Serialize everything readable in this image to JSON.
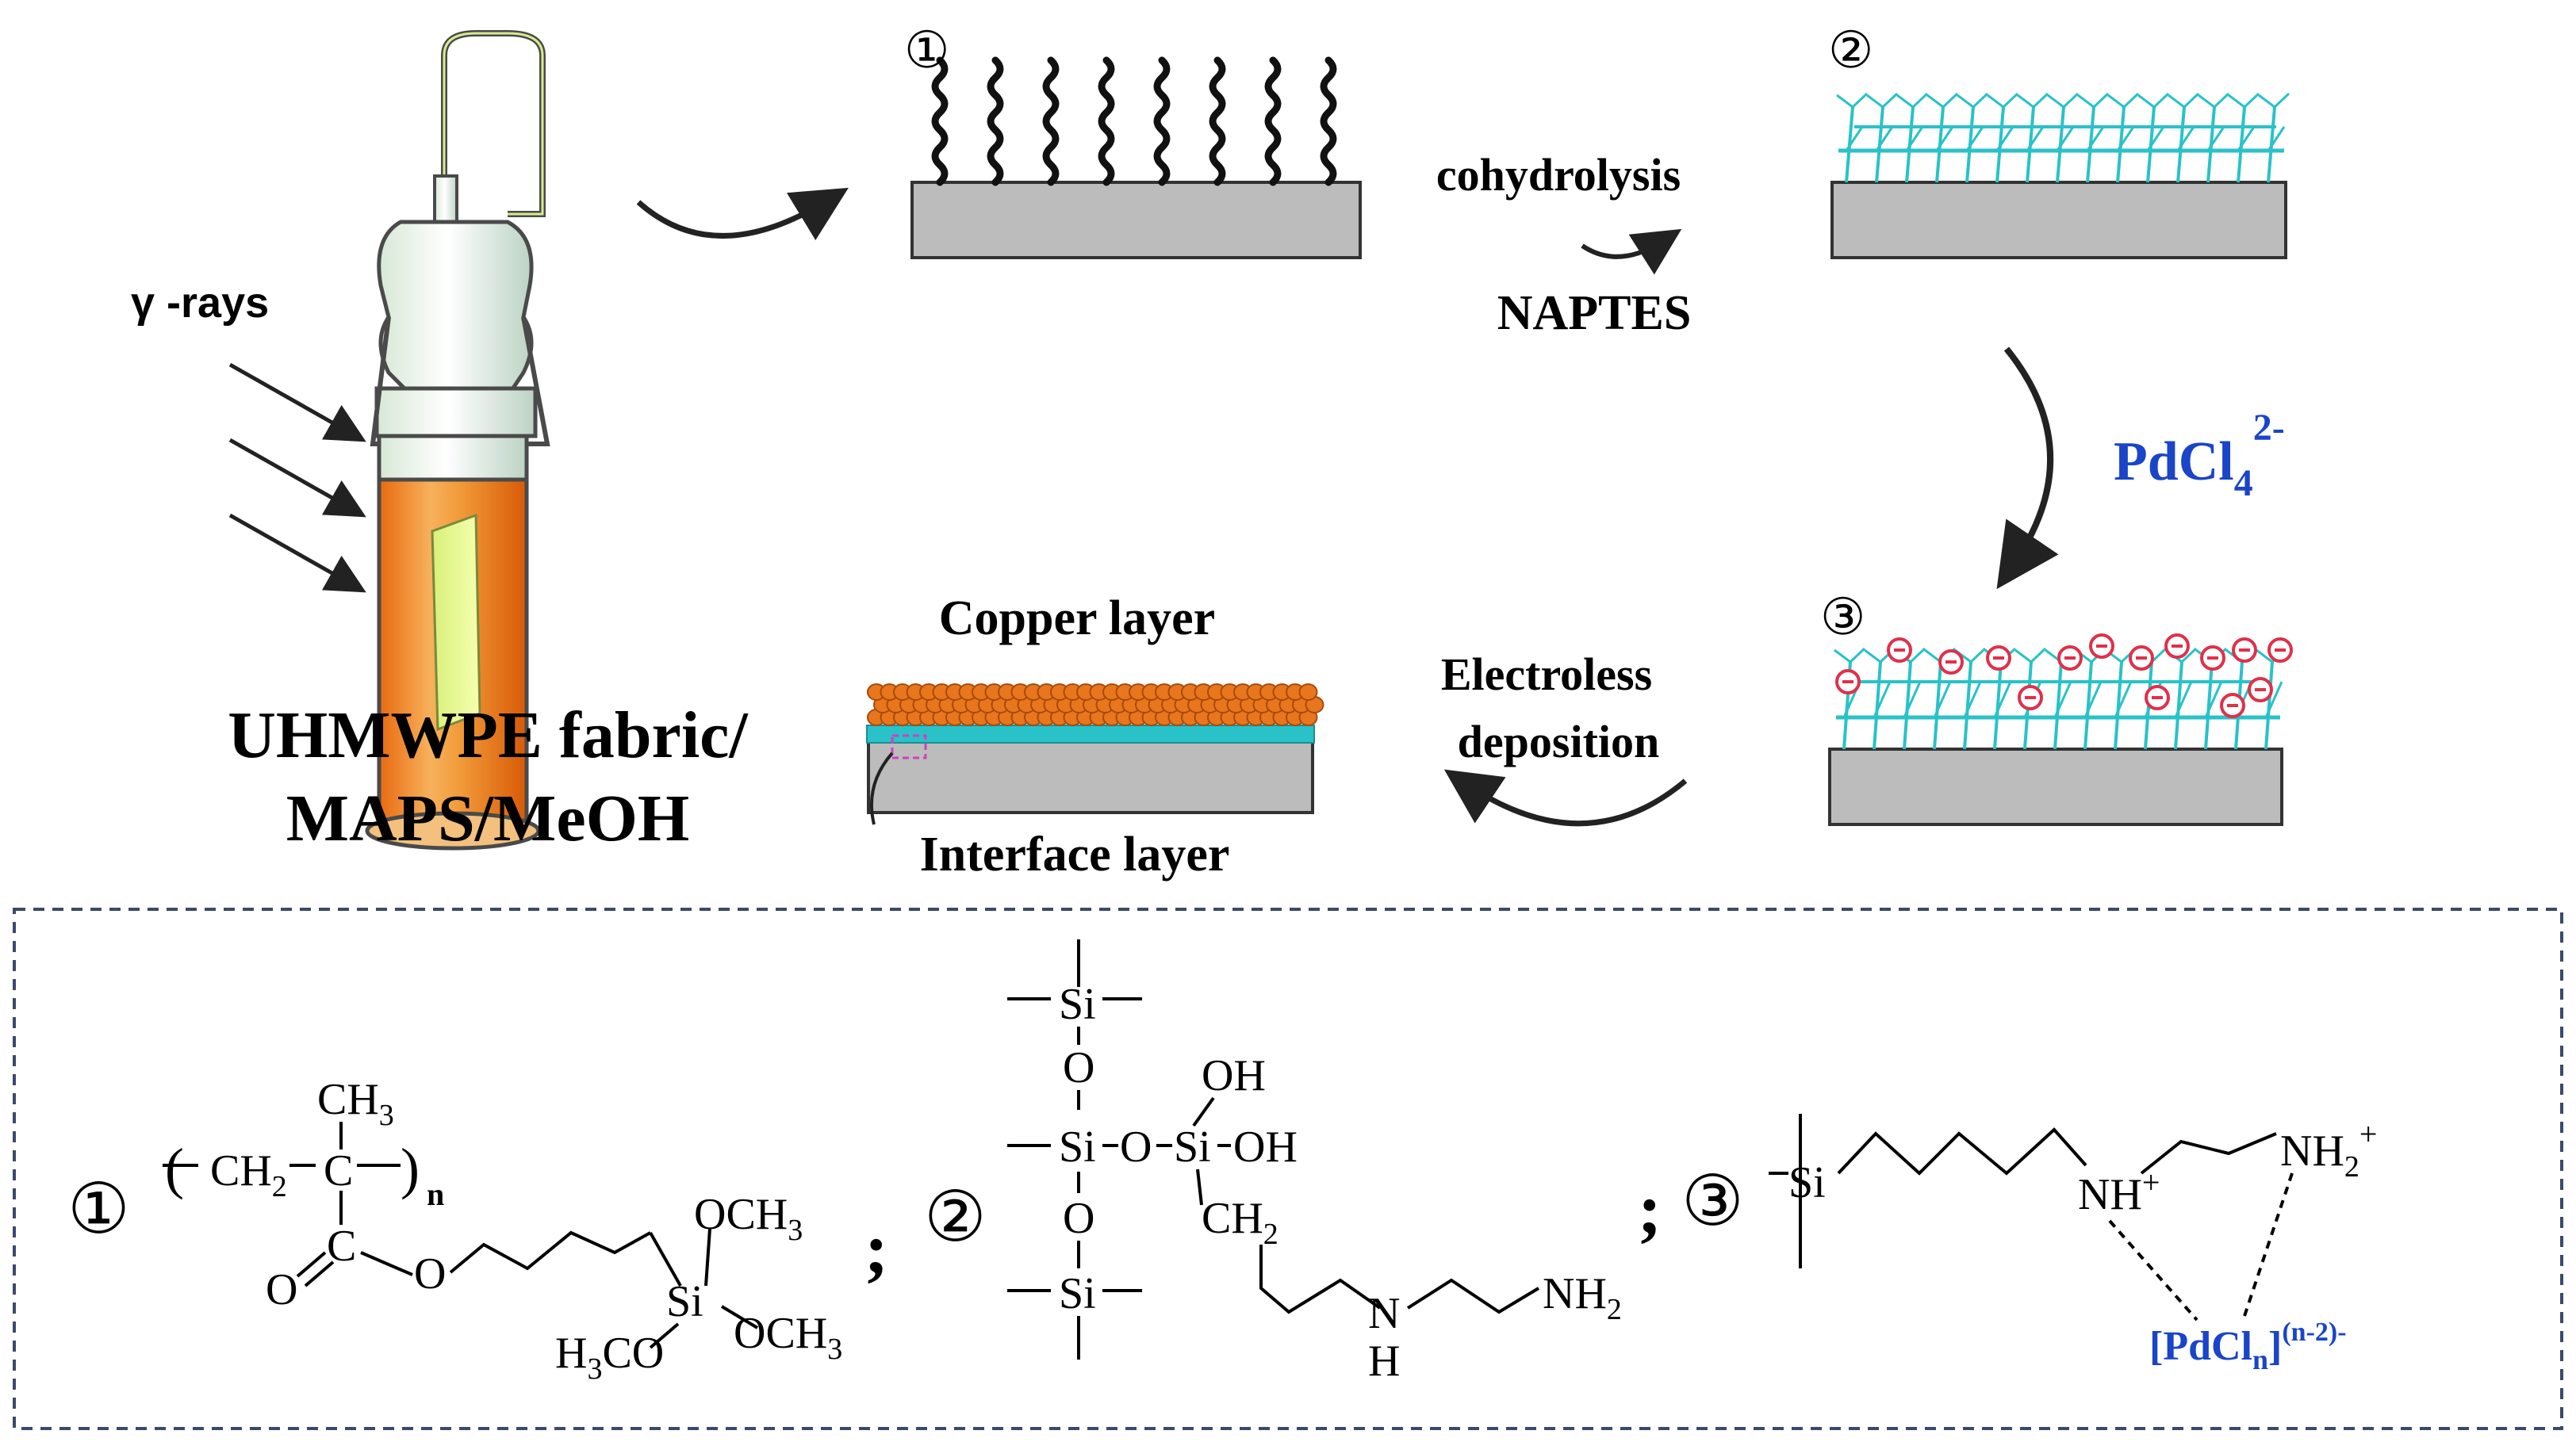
{
  "labels": {
    "gamma_rays": "γ -rays",
    "fabric_line1": "UHMWPE fabric/",
    "fabric_line2": "MAPS/MeOH",
    "cohydrolysis": "cohydrolysis",
    "naptes": "NAPTES",
    "pdcl4": "PdCl",
    "pdcl4_sub": "4",
    "pdcl4_sup": "2-",
    "electroless_line1": "Electroless",
    "electroless_line2": "deposition",
    "copper_layer": "Copper layer",
    "interface_layer": "Interface layer"
  },
  "step_markers": {
    "one": "①",
    "two": "②",
    "three": "③"
  },
  "structures": {
    "s1_label": "①",
    "s1_ch3_top": "CH",
    "s1_ch3_top_sub": "3",
    "s1_chain_open": "(",
    "s1_ch2": "CH",
    "s1_ch2_sub": "2",
    "s1_c": "C",
    "s1_chain_close": ")",
    "s1_n": "n",
    "s1_o_double": "O",
    "s1_c_carbonyl": "C",
    "s1_o_ester": "O",
    "s1_si": "Si",
    "s1_och3_top": "OCH",
    "s1_och3_top_sub": "3",
    "s1_och3_right": "OCH",
    "s1_och3_right_sub": "3",
    "s1_h3co": "H",
    "s1_h3co_sub": "3",
    "s1_h3co_rest": "CO",
    "sep1": ";",
    "s2_label": "②",
    "s2_si_top": "Si",
    "s2_o_1": "O",
    "s2_si_mid": "Si",
    "s2_o_link": "O",
    "s2_si_right": "Si",
    "s2_oh_top": "OH",
    "s2_oh_right": "OH",
    "s2_o_2": "O",
    "s2_si_bottom": "Si",
    "s2_ch2": "CH",
    "s2_ch2_sub": "2",
    "s2_n": "N",
    "s2_h": "H",
    "s2_nh2": "NH",
    "s2_nh2_sub": "2",
    "sep2": ";",
    "s3_label": "③",
    "s3_si": "Si",
    "s3_nh": "NH",
    "s3_nh_sup": "+",
    "s3_nh2": "NH",
    "s3_nh2_sub": "2",
    "s3_nh2_sup": "+",
    "s3_pd": "[PdCl",
    "s3_pd_sub": "n",
    "s3_pd_close": "]",
    "s3_pd_sup": "(n-2)-"
  },
  "colors": {
    "substrate": "#bcbcbc",
    "silane_network": "#29c2c8",
    "copper": "#e8761c",
    "charge": "#e0304a",
    "palladium_text": "#1a45c8"
  },
  "icons": {
    "apparatus": "irradiation-ampoule-icon",
    "charge": "negative-charge-icon"
  }
}
